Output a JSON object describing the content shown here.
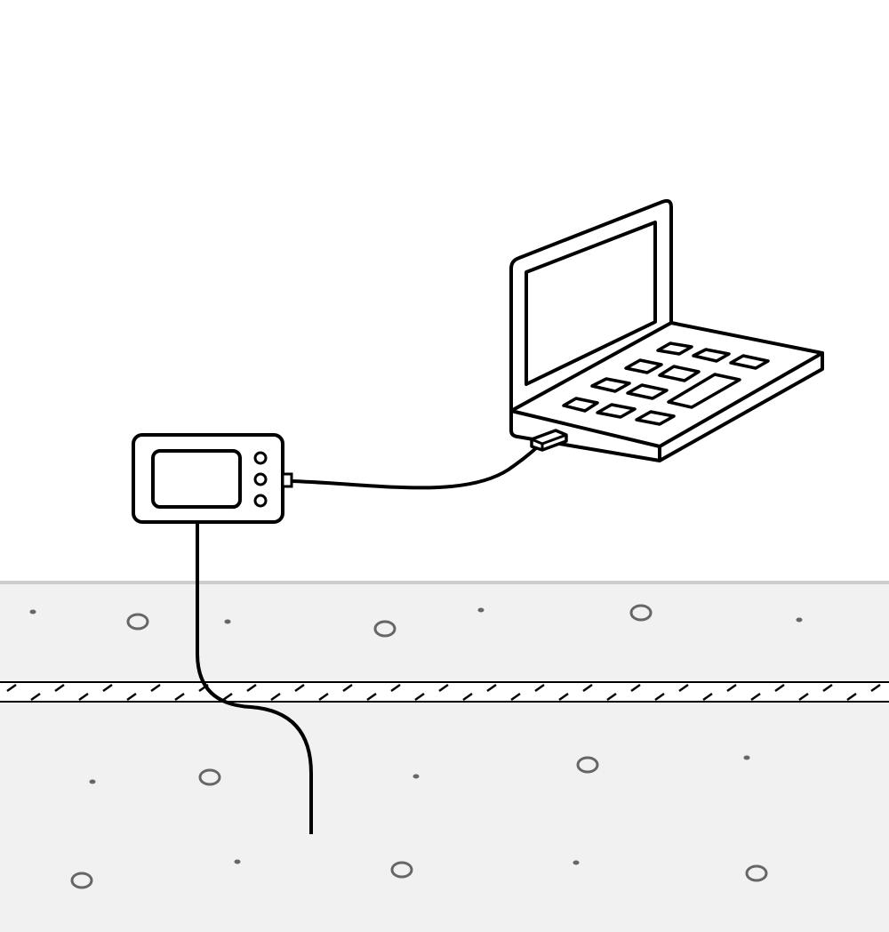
{
  "scene": {
    "objects": [
      "data-logger",
      "laptop",
      "cable",
      "ground-layers"
    ],
    "colors": {
      "line": "#000000",
      "ground": "#f1f1f1",
      "ground_surface": "#cccccc",
      "pebble": "#666666",
      "background": "#ffffff"
    }
  }
}
